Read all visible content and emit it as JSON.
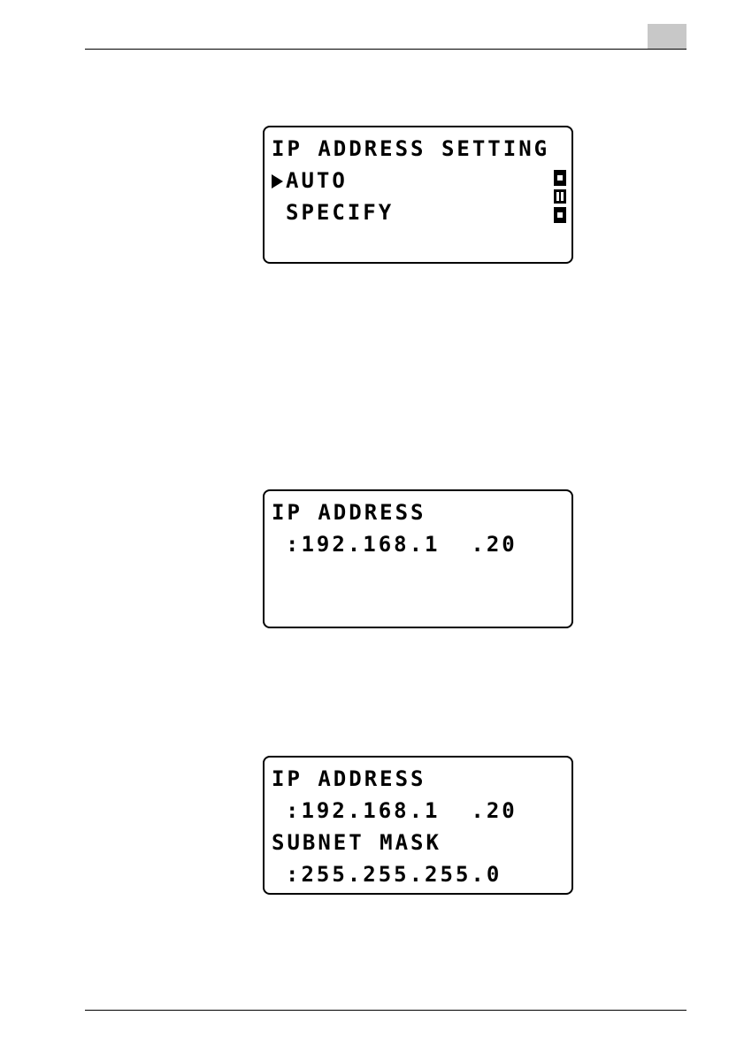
{
  "screen1": {
    "title": "IP ADDRESS SETTING",
    "options": [
      "AUTO",
      "SPECIFY"
    ]
  },
  "screen2": {
    "line1": "IP ADDRESS",
    "line2": ":192.168.1  .20"
  },
  "screen3": {
    "line1": "IP ADDRESS",
    "line2": ":192.168.1  .20",
    "line3": "SUBNET MASK",
    "line4": ":255.255.255.0"
  }
}
